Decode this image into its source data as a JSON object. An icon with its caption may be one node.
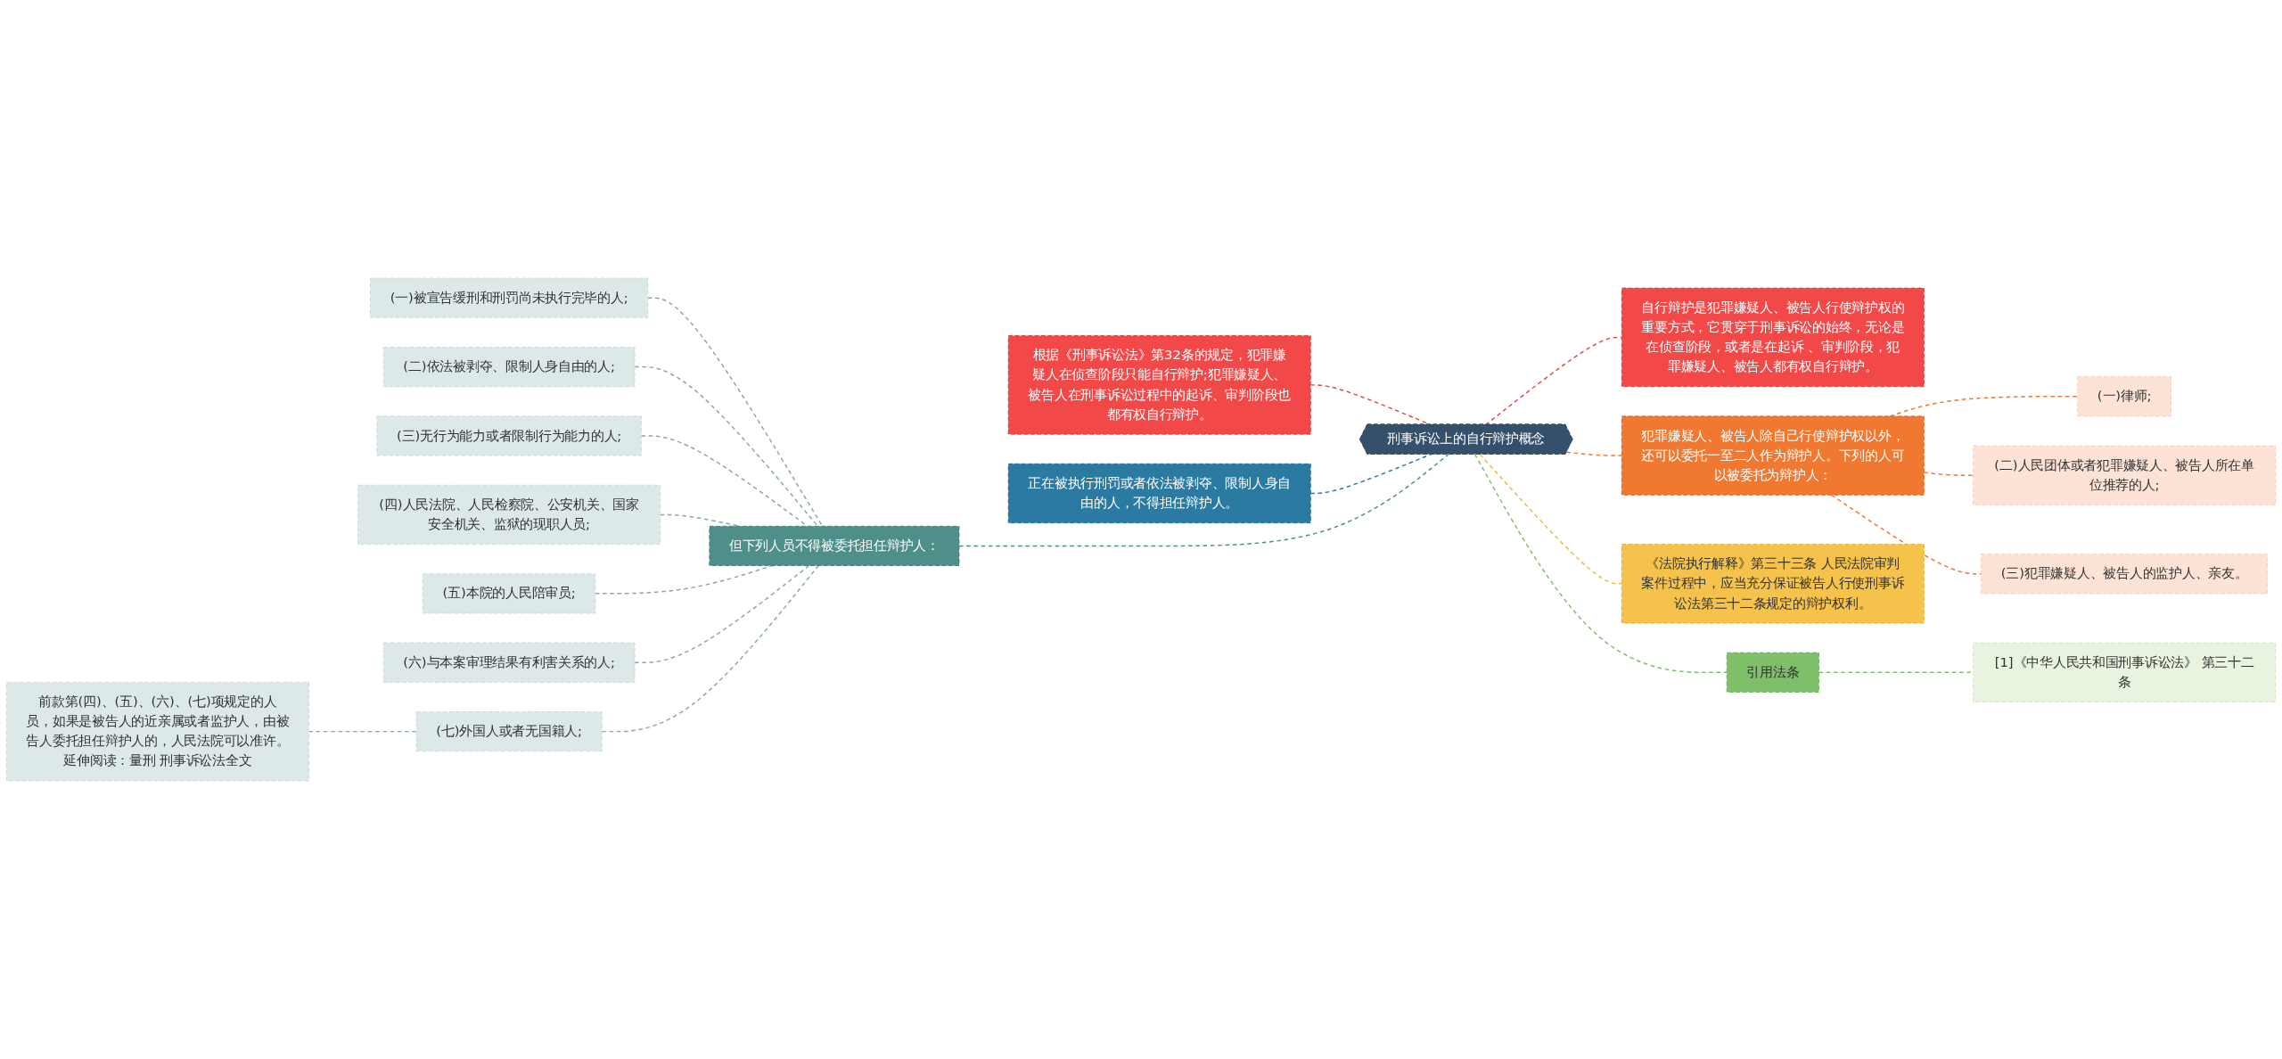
{
  "diagram": {
    "nodes": [
      {
        "text": [
          "刑事诉讼上的自行辩护概念"
        ]
      },
      {
        "text": [
          "根据《刑事诉讼法》第32条的规定，犯罪嫌疑人在侦查阶段只能自行辩护;犯罪嫌疑人、被告人在刑事诉讼过程中的起诉、审判阶段也都有权自行辩护。"
        ]
      },
      {
        "text": [
          "正在被执行刑罚或者依法被剥夺、限制人身自由的人，不得担任辩护人。"
        ]
      },
      {
        "text": [
          "但下列人员不得被委托担任辩护人："
        ]
      },
      {
        "text": [
          "(一)被宣告缓刑和刑罚尚未执行完毕的人;"
        ]
      },
      {
        "text": [
          "(二)依法被剥夺、限制人身自由的人;"
        ]
      },
      {
        "text": [
          "(三)无行为能力或者限制行为能力的人;"
        ]
      },
      {
        "text": [
          "(四)人民法院、人民检察院、公安机关、国家安全机关、监狱的现职人员;"
        ]
      },
      {
        "text": [
          "(五)本院的人民陪审员;"
        ]
      },
      {
        "text": [
          "(六)与本案审理结果有利害关系的人;"
        ]
      },
      {
        "text": [
          "(七)外国人或者无国籍人;"
        ]
      },
      {
        "text": [
          "前款第(四)、(五)、(六)、(七)项规定的人员，如果是被告人的近亲属或者监护人，由被告人委托担任辩护人的，人民法院可以准许。延伸阅读：量刑 刑事诉讼法全文"
        ]
      },
      {
        "text": [
          "自行辩护是犯罪嫌疑人、被告人行使辩护权的重要方式，它贯穿于刑事诉讼的始终，无论是在侦查阶段，或者是在起诉 、审判阶段，犯罪嫌疑人、被告人都有权自行辩护。"
        ]
      },
      {
        "text": [
          "犯罪嫌疑人、被告人除自己行使辩护权以外，还可以委托一至二人作为辩护人。下列的人可以被委托为辩护人："
        ]
      },
      {
        "text": [
          "(一)律师;"
        ]
      },
      {
        "text": [
          "(二)人民团体或者犯罪嫌疑人、被告人所在单位推荐的人;"
        ]
      },
      {
        "text": [
          "(三)犯罪嫌疑人、被告人的监护人、亲友。"
        ]
      },
      {
        "text": [
          "《法院执行解释》第三十三条 人民法院审判案件过程中，应当充分保证被告人行使刑事诉讼法第三十二条规定的辩护权利。"
        ]
      },
      {
        "text": [
          "引用法条"
        ]
      },
      {
        "text": [
          "[1]《中华人民共和国刑事诉讼法》 第三十二条"
        ]
      }
    ],
    "edges": [
      {
        "from": 1,
        "to": 0,
        "arrow": "none",
        "style": "dashed",
        "color": "#e04848"
      },
      {
        "from": 2,
        "to": 0,
        "arrow": "none",
        "style": "dashed",
        "color": "#2a7aa1"
      },
      {
        "from": 3,
        "to": 0,
        "arrow": "none",
        "style": "dashed",
        "color": "#4e8f8a"
      },
      {
        "from": 4,
        "to": 3,
        "arrow": "none",
        "style": "dashed"
      },
      {
        "from": 5,
        "to": 3,
        "arrow": "none",
        "style": "dashed"
      },
      {
        "from": 6,
        "to": 3,
        "arrow": "none",
        "style": "dashed"
      },
      {
        "from": 7,
        "to": 3,
        "arrow": "none",
        "style": "dashed"
      },
      {
        "from": 8,
        "to": 3,
        "arrow": "none",
        "style": "dashed"
      },
      {
        "from": 9,
        "to": 3,
        "arrow": "none",
        "style": "dashed"
      },
      {
        "from": 10,
        "to": 3,
        "arrow": "none",
        "style": "dashed"
      },
      {
        "from": 11,
        "to": 10,
        "arrow": "none",
        "style": "dashed"
      },
      {
        "from": 0,
        "to": 12,
        "arrow": "none",
        "style": "dashed",
        "color": "#e04848"
      },
      {
        "from": 0,
        "to": 13,
        "arrow": "none",
        "style": "dashed",
        "color": "#f07830"
      },
      {
        "from": 13,
        "to": 14,
        "arrow": "none",
        "style": "dashed",
        "color": "#f07830"
      },
      {
        "from": 13,
        "to": 15,
        "arrow": "none",
        "style": "dashed",
        "color": "#f07830"
      },
      {
        "from": 13,
        "to": 16,
        "arrow": "none",
        "style": "dashed",
        "color": "#f07830"
      },
      {
        "from": 0,
        "to": 17,
        "arrow": "none",
        "style": "dashed",
        "color": "#f0b93a"
      },
      {
        "from": 0,
        "to": 18,
        "arrow": "none",
        "style": "dashed",
        "color": "#7fbf6a"
      },
      {
        "from": 18,
        "to": 19,
        "arrow": "none",
        "style": "dashed",
        "color": "#7fbf6a"
      }
    ]
  }
}
